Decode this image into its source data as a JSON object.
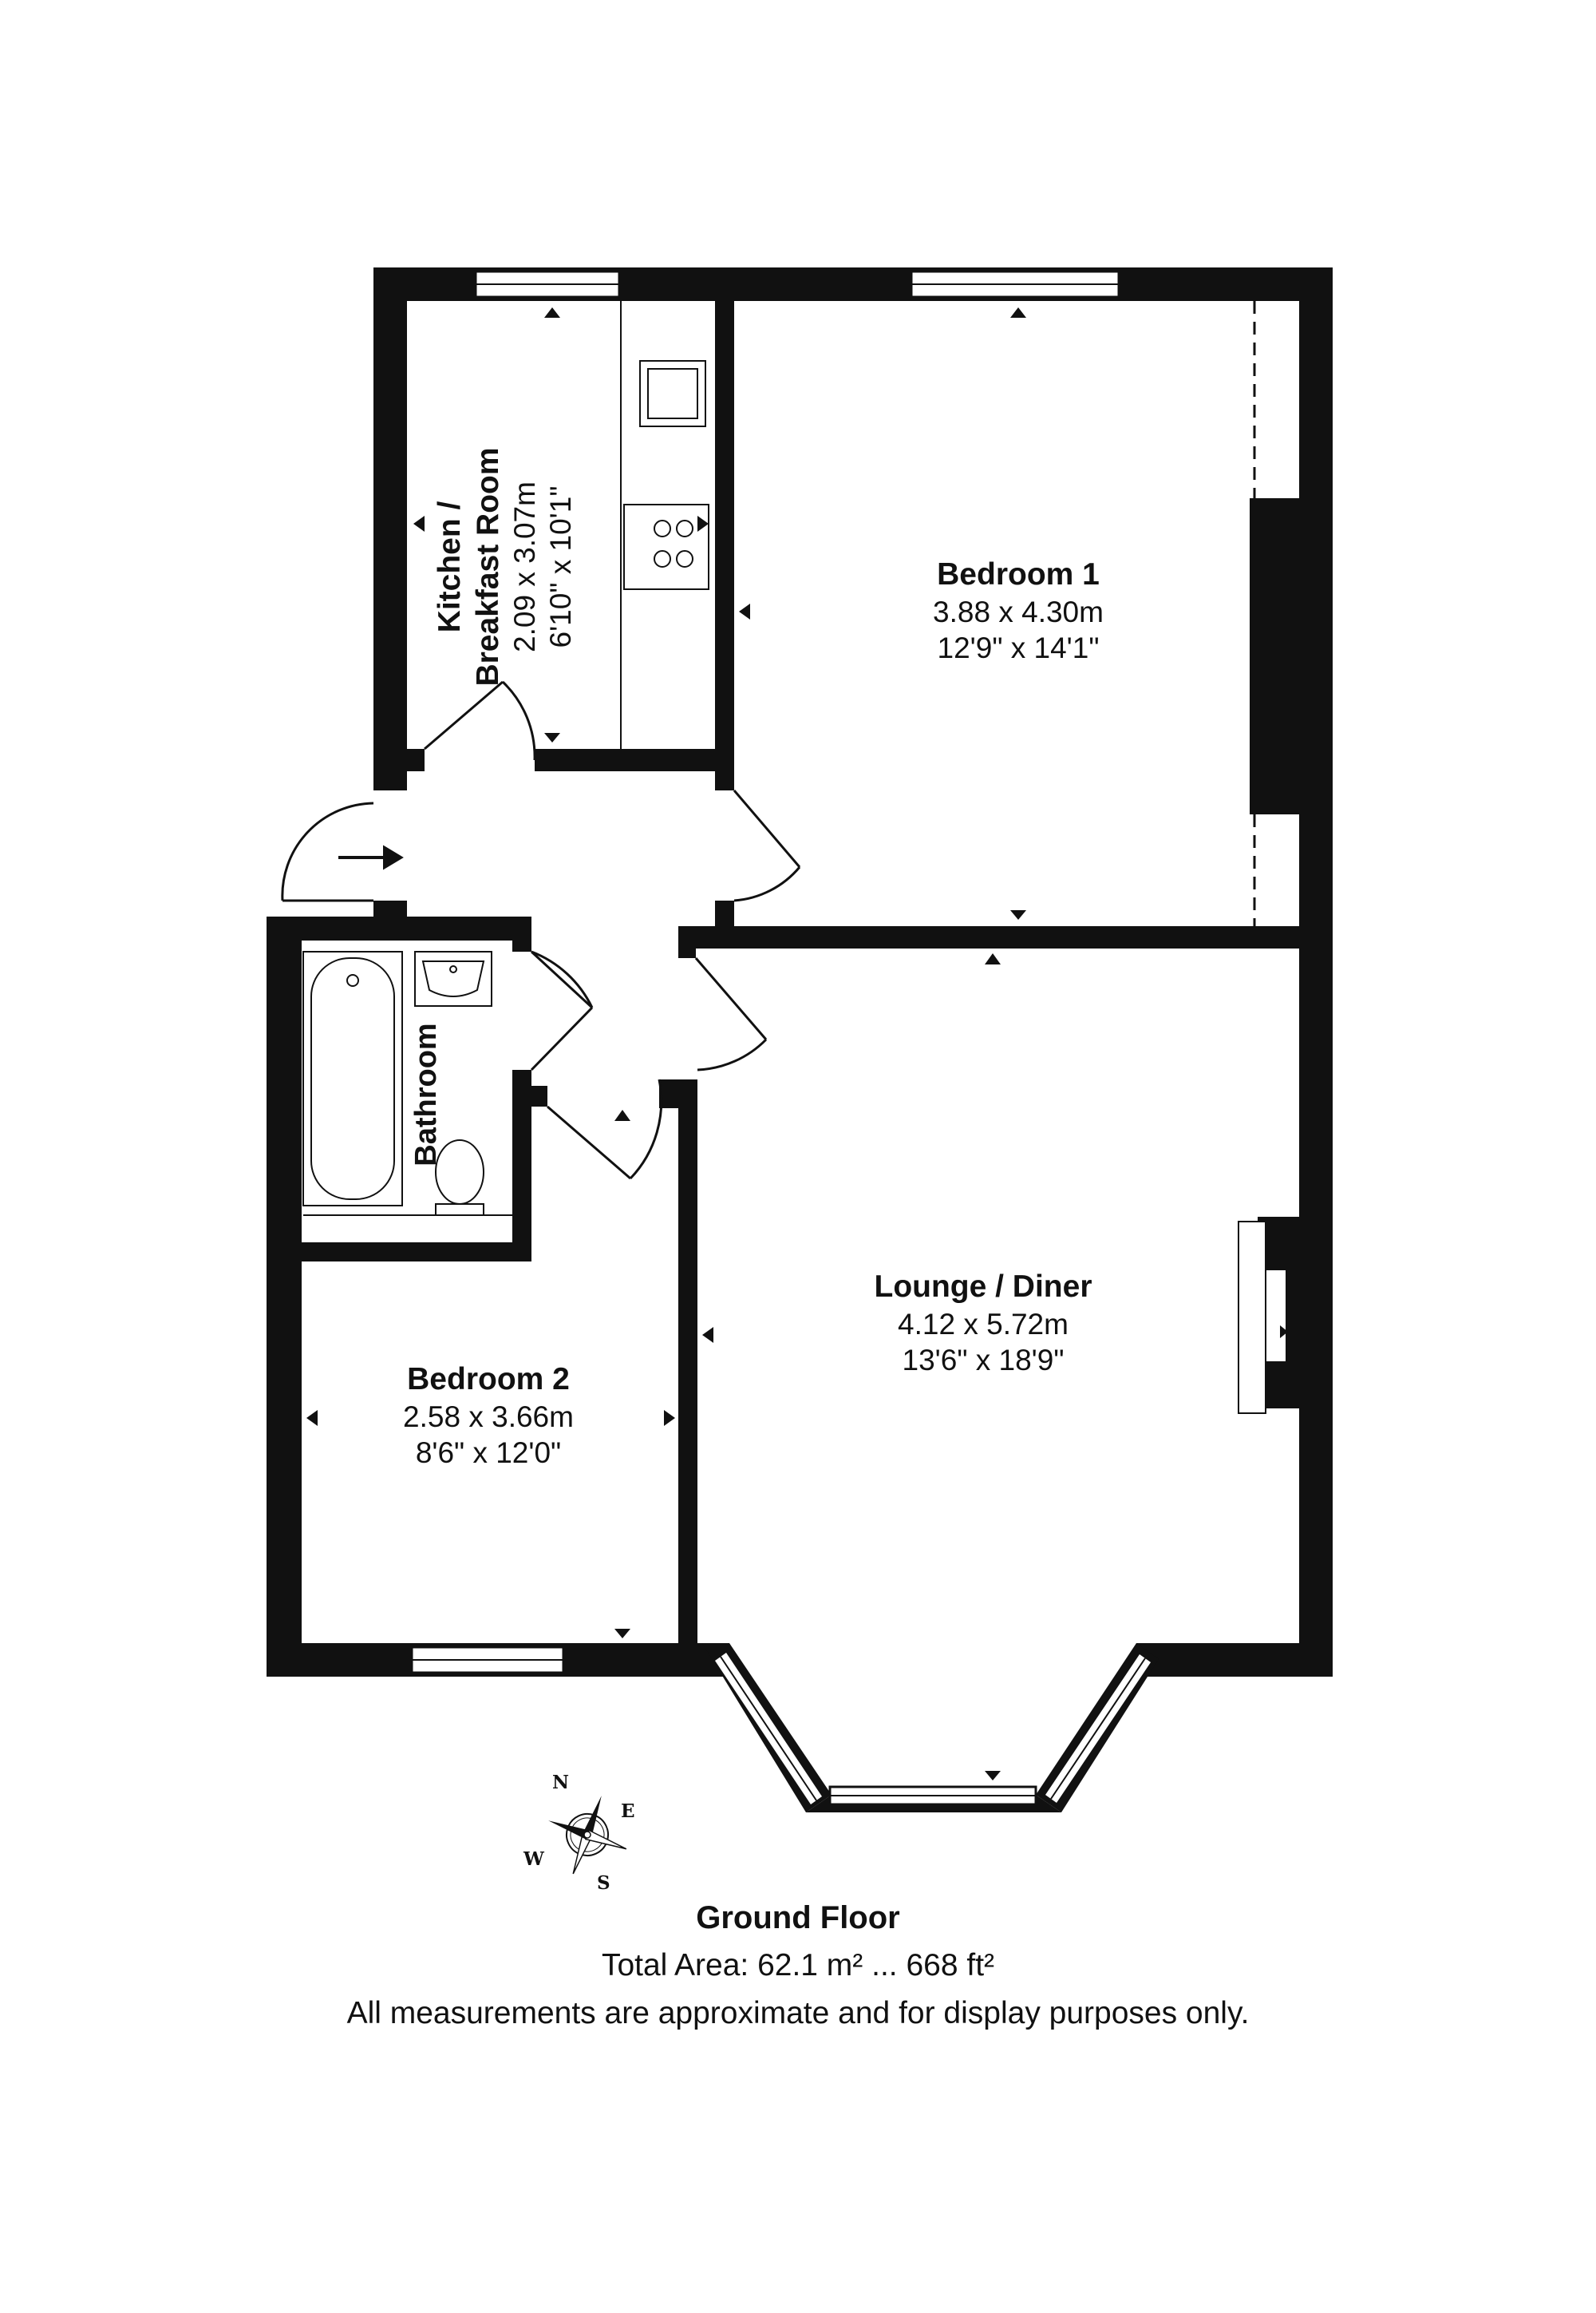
{
  "rooms": {
    "kitchen": {
      "name_line1": "Kitchen /",
      "name_line2": "Breakfast Room",
      "metric": "2.09 x 3.07m",
      "imperial": "6'10\" x 10'1\""
    },
    "bedroom1": {
      "name": "Bedroom 1",
      "metric": "3.88 x 4.30m",
      "imperial": "12'9\" x 14'1\""
    },
    "bathroom": {
      "name": "Bathroom"
    },
    "bedroom2": {
      "name": "Bedroom 2",
      "metric": "2.58 x 3.66m",
      "imperial": "8'6\" x 12'0\""
    },
    "lounge": {
      "name": "Lounge / Diner",
      "metric": "4.12 x 5.72m",
      "imperial": "13'6\" x 18'9\""
    }
  },
  "compass": {
    "n": "N",
    "e": "E",
    "s": "S",
    "w": "W"
  },
  "footer": {
    "floor": "Ground Floor",
    "total_area": "Total Area: 62.1 m² ... 668 ft²",
    "disclaimer": "All measurements are approximate and for display purposes only."
  },
  "colors": {
    "wall": "#111111",
    "window": "#ffffff",
    "background": "#ffffff"
  }
}
